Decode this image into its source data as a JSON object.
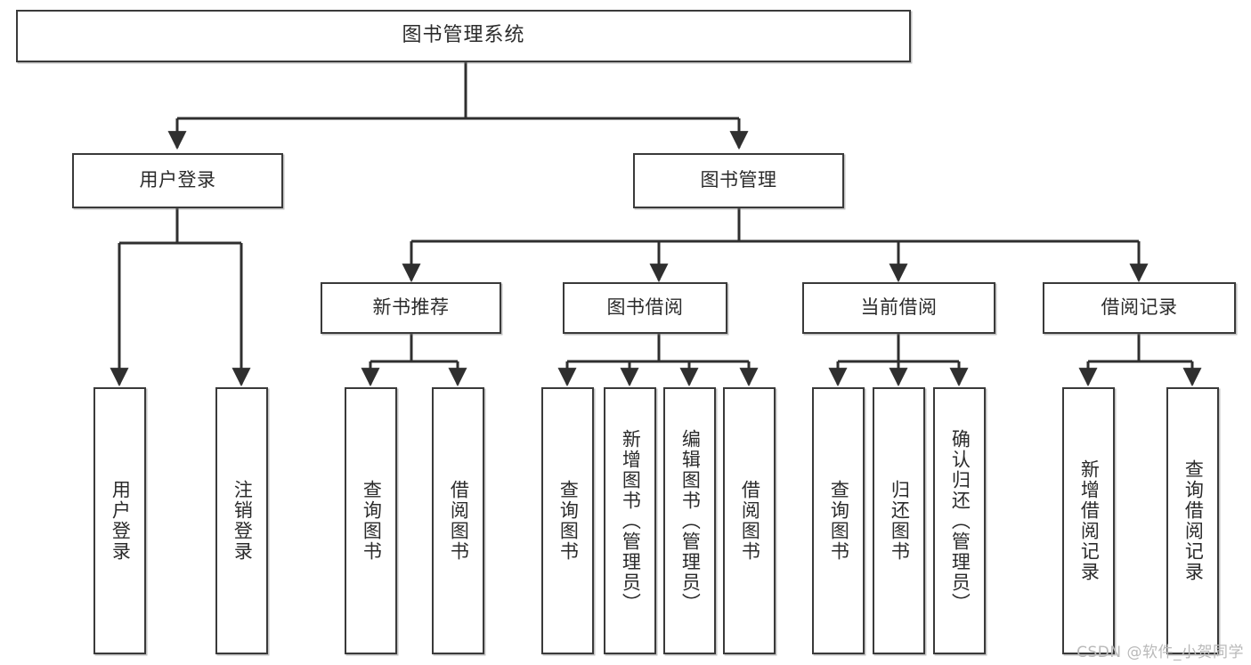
{
  "diagram": {
    "type": "tree",
    "title": "图书管理系统",
    "watermark": "CSDN @软件_小贺同学",
    "colors": {
      "box_border": "#3a3a3a",
      "box_fill": "#ffffff",
      "edge": "#2f2f2f",
      "text": "#2b2b2b",
      "watermark": "#b9b9b9",
      "background": "#ffffff"
    },
    "root": {
      "label": "图书管理系统"
    },
    "level2": [
      {
        "label": "用户登录"
      },
      {
        "label": "图书管理"
      }
    ],
    "level3": [
      {
        "label": "新书推荐"
      },
      {
        "label": "图书借阅"
      },
      {
        "label": "当前借阅"
      },
      {
        "label": "借阅记录"
      }
    ],
    "leaves": {
      "user_login": [
        {
          "label": "用户登录"
        },
        {
          "label": "注销登录"
        }
      ],
      "new_book_recommend": [
        {
          "label": "查询图书"
        },
        {
          "label": "借阅图书"
        }
      ],
      "book_borrow": [
        {
          "label": "查询图书"
        },
        {
          "label": "新增图书（管理员）"
        },
        {
          "label": "编辑图书（管理员）"
        },
        {
          "label": "借阅图书"
        }
      ],
      "current_borrow": [
        {
          "label": "查询图书"
        },
        {
          "label": "归还图书"
        },
        {
          "label": "确认归还（管理员）"
        }
      ],
      "borrow_record": [
        {
          "label": "新增借阅记录"
        },
        {
          "label": "查询借阅记录"
        }
      ]
    }
  }
}
